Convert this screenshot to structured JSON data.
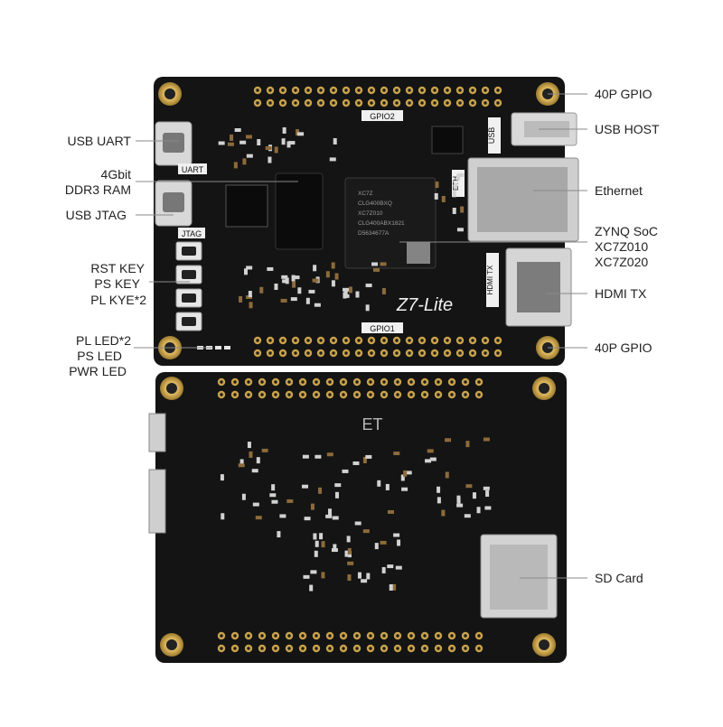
{
  "labels_left": {
    "usb_uart": "USB UART",
    "ddr3_line1": "4Gbit",
    "ddr3_line2": "DDR3 RAM",
    "usb_jtag": "USB JTAG",
    "rst_key": "RST KEY",
    "ps_key": "PS KEY",
    "pl_key": "PL KYE*2",
    "pl_led": "PL LED*2",
    "ps_led": "PS LED",
    "pwr_led": "PWR LED"
  },
  "labels_right": {
    "gpio_top": "40P GPIO",
    "usb_host": "USB HOST",
    "ethernet": "Ethernet",
    "zynq_line1": "ZYNQ SoC",
    "zynq_line2": "XC7Z010",
    "zynq_line3": "XC7Z020",
    "hdmi_tx": "HDMI TX",
    "gpio_bottom": "40P GPIO",
    "sd_card": "SD Card"
  },
  "silkscreen": {
    "gpio2": "GPIO2",
    "gpio1": "GPIO1",
    "uart": "UART",
    "jtag": "JTAG",
    "usb": "USB",
    "hdmi_tx": "HDMI TX",
    "eth": "ETH",
    "board_name": "Z7-Lite",
    "back_logo": "ET",
    "chip_lines": [
      "XC7Z",
      "CLG400BXQ",
      "XC7Z010",
      "CLG400ABX1821",
      "D5634677A"
    ]
  },
  "colors": {
    "board": "#121212",
    "gold": "#c9a24a",
    "text": "#222222",
    "leader": "#8a8a8a"
  }
}
